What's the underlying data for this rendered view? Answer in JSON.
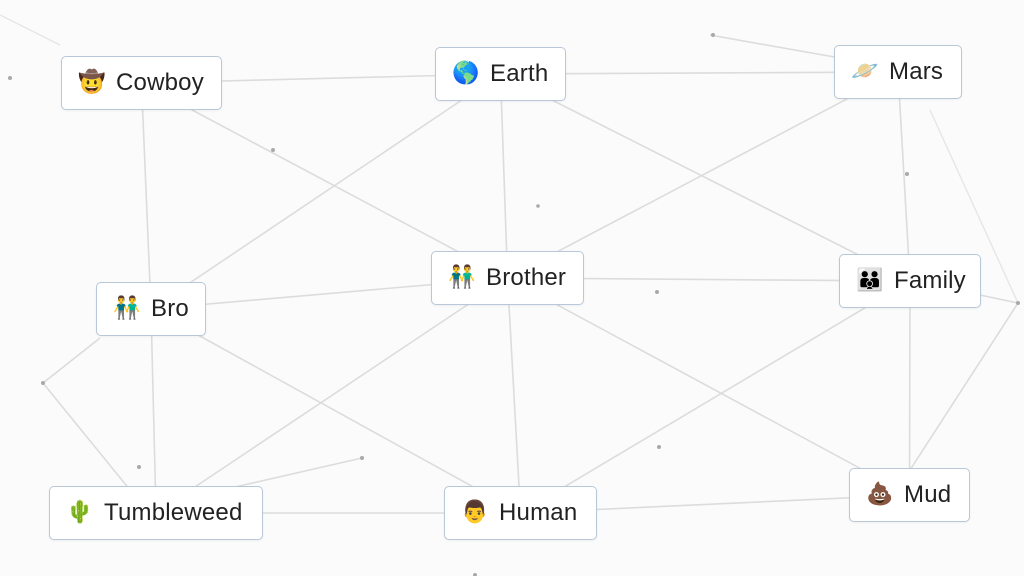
{
  "elements": [
    {
      "id": "cowboy",
      "emoji": "🤠",
      "label": "Cowboy",
      "icon": "cowboy-face-icon"
    },
    {
      "id": "earth",
      "emoji": "🌎",
      "label": "Earth",
      "icon": "globe-icon"
    },
    {
      "id": "mars",
      "emoji": "🪐",
      "label": "Mars",
      "icon": "planet-icon"
    },
    {
      "id": "brother",
      "emoji": "👬",
      "label": "Brother",
      "icon": "two-men-icon"
    },
    {
      "id": "bro",
      "emoji": "👬",
      "label": "Bro",
      "icon": "two-men-icon"
    },
    {
      "id": "family",
      "emoji": "👪",
      "label": "Family",
      "icon": "family-icon"
    },
    {
      "id": "tumbleweed",
      "emoji": "🌵",
      "label": "Tumbleweed",
      "icon": "cactus-icon"
    },
    {
      "id": "human",
      "emoji": "👨",
      "label": "Human",
      "icon": "person-icon"
    },
    {
      "id": "mud",
      "emoji": "💩",
      "label": "Mud",
      "icon": "poop-icon"
    }
  ],
  "connections": [
    [
      "cowboy",
      "earth"
    ],
    [
      "earth",
      "mars"
    ],
    [
      "cowboy",
      "bro"
    ],
    [
      "cowboy",
      "brother"
    ],
    [
      "earth",
      "brother"
    ],
    [
      "earth",
      "bro"
    ],
    [
      "earth",
      "family"
    ],
    [
      "mars",
      "family"
    ],
    [
      "mars",
      "brother"
    ],
    [
      "bro",
      "brother"
    ],
    [
      "brother",
      "family"
    ],
    [
      "bro",
      "tumbleweed"
    ],
    [
      "bro",
      "human"
    ],
    [
      "brother",
      "human"
    ],
    [
      "brother",
      "tumbleweed"
    ],
    [
      "brother",
      "mud"
    ],
    [
      "family",
      "mud"
    ],
    [
      "family",
      "human"
    ],
    [
      "tumbleweed",
      "human"
    ],
    [
      "human",
      "mud"
    ]
  ]
}
